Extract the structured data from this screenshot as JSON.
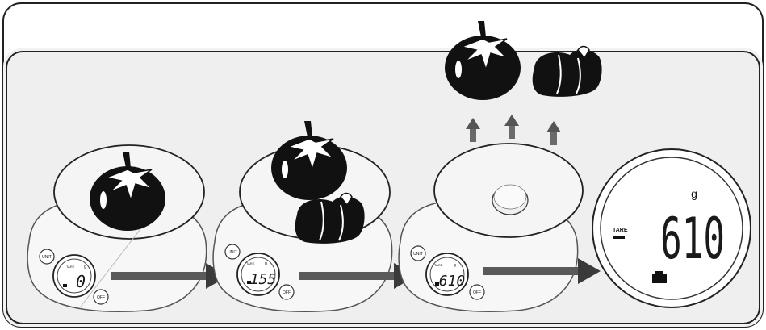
{
  "panels": [
    {
      "reading": "0",
      "tare_label": "TARE",
      "unit_symbol": "g",
      "unit_button": "UNIT",
      "off_button": "OFF"
    },
    {
      "reading": "155",
      "tare_label": "TARE",
      "unit_symbol": "g",
      "unit_button": "UNIT",
      "off_button": "OFF"
    },
    {
      "reading": "610",
      "tare_label": "TARE",
      "unit_symbol": "g",
      "unit_button": "UNIT",
      "off_button": "OFF"
    }
  ],
  "zoom_display": {
    "reading": "610",
    "unit_symbol": "g",
    "tare_label": "TARE"
  },
  "colors": {
    "outline": "#1a1a1a",
    "arrow": "#555555",
    "fill": "#111111",
    "frame": "#222222"
  },
  "icons": [
    "tomato-icon",
    "bell-pepper-icon",
    "weight-icon",
    "arrow-right-icon",
    "arrow-up-icon"
  ]
}
